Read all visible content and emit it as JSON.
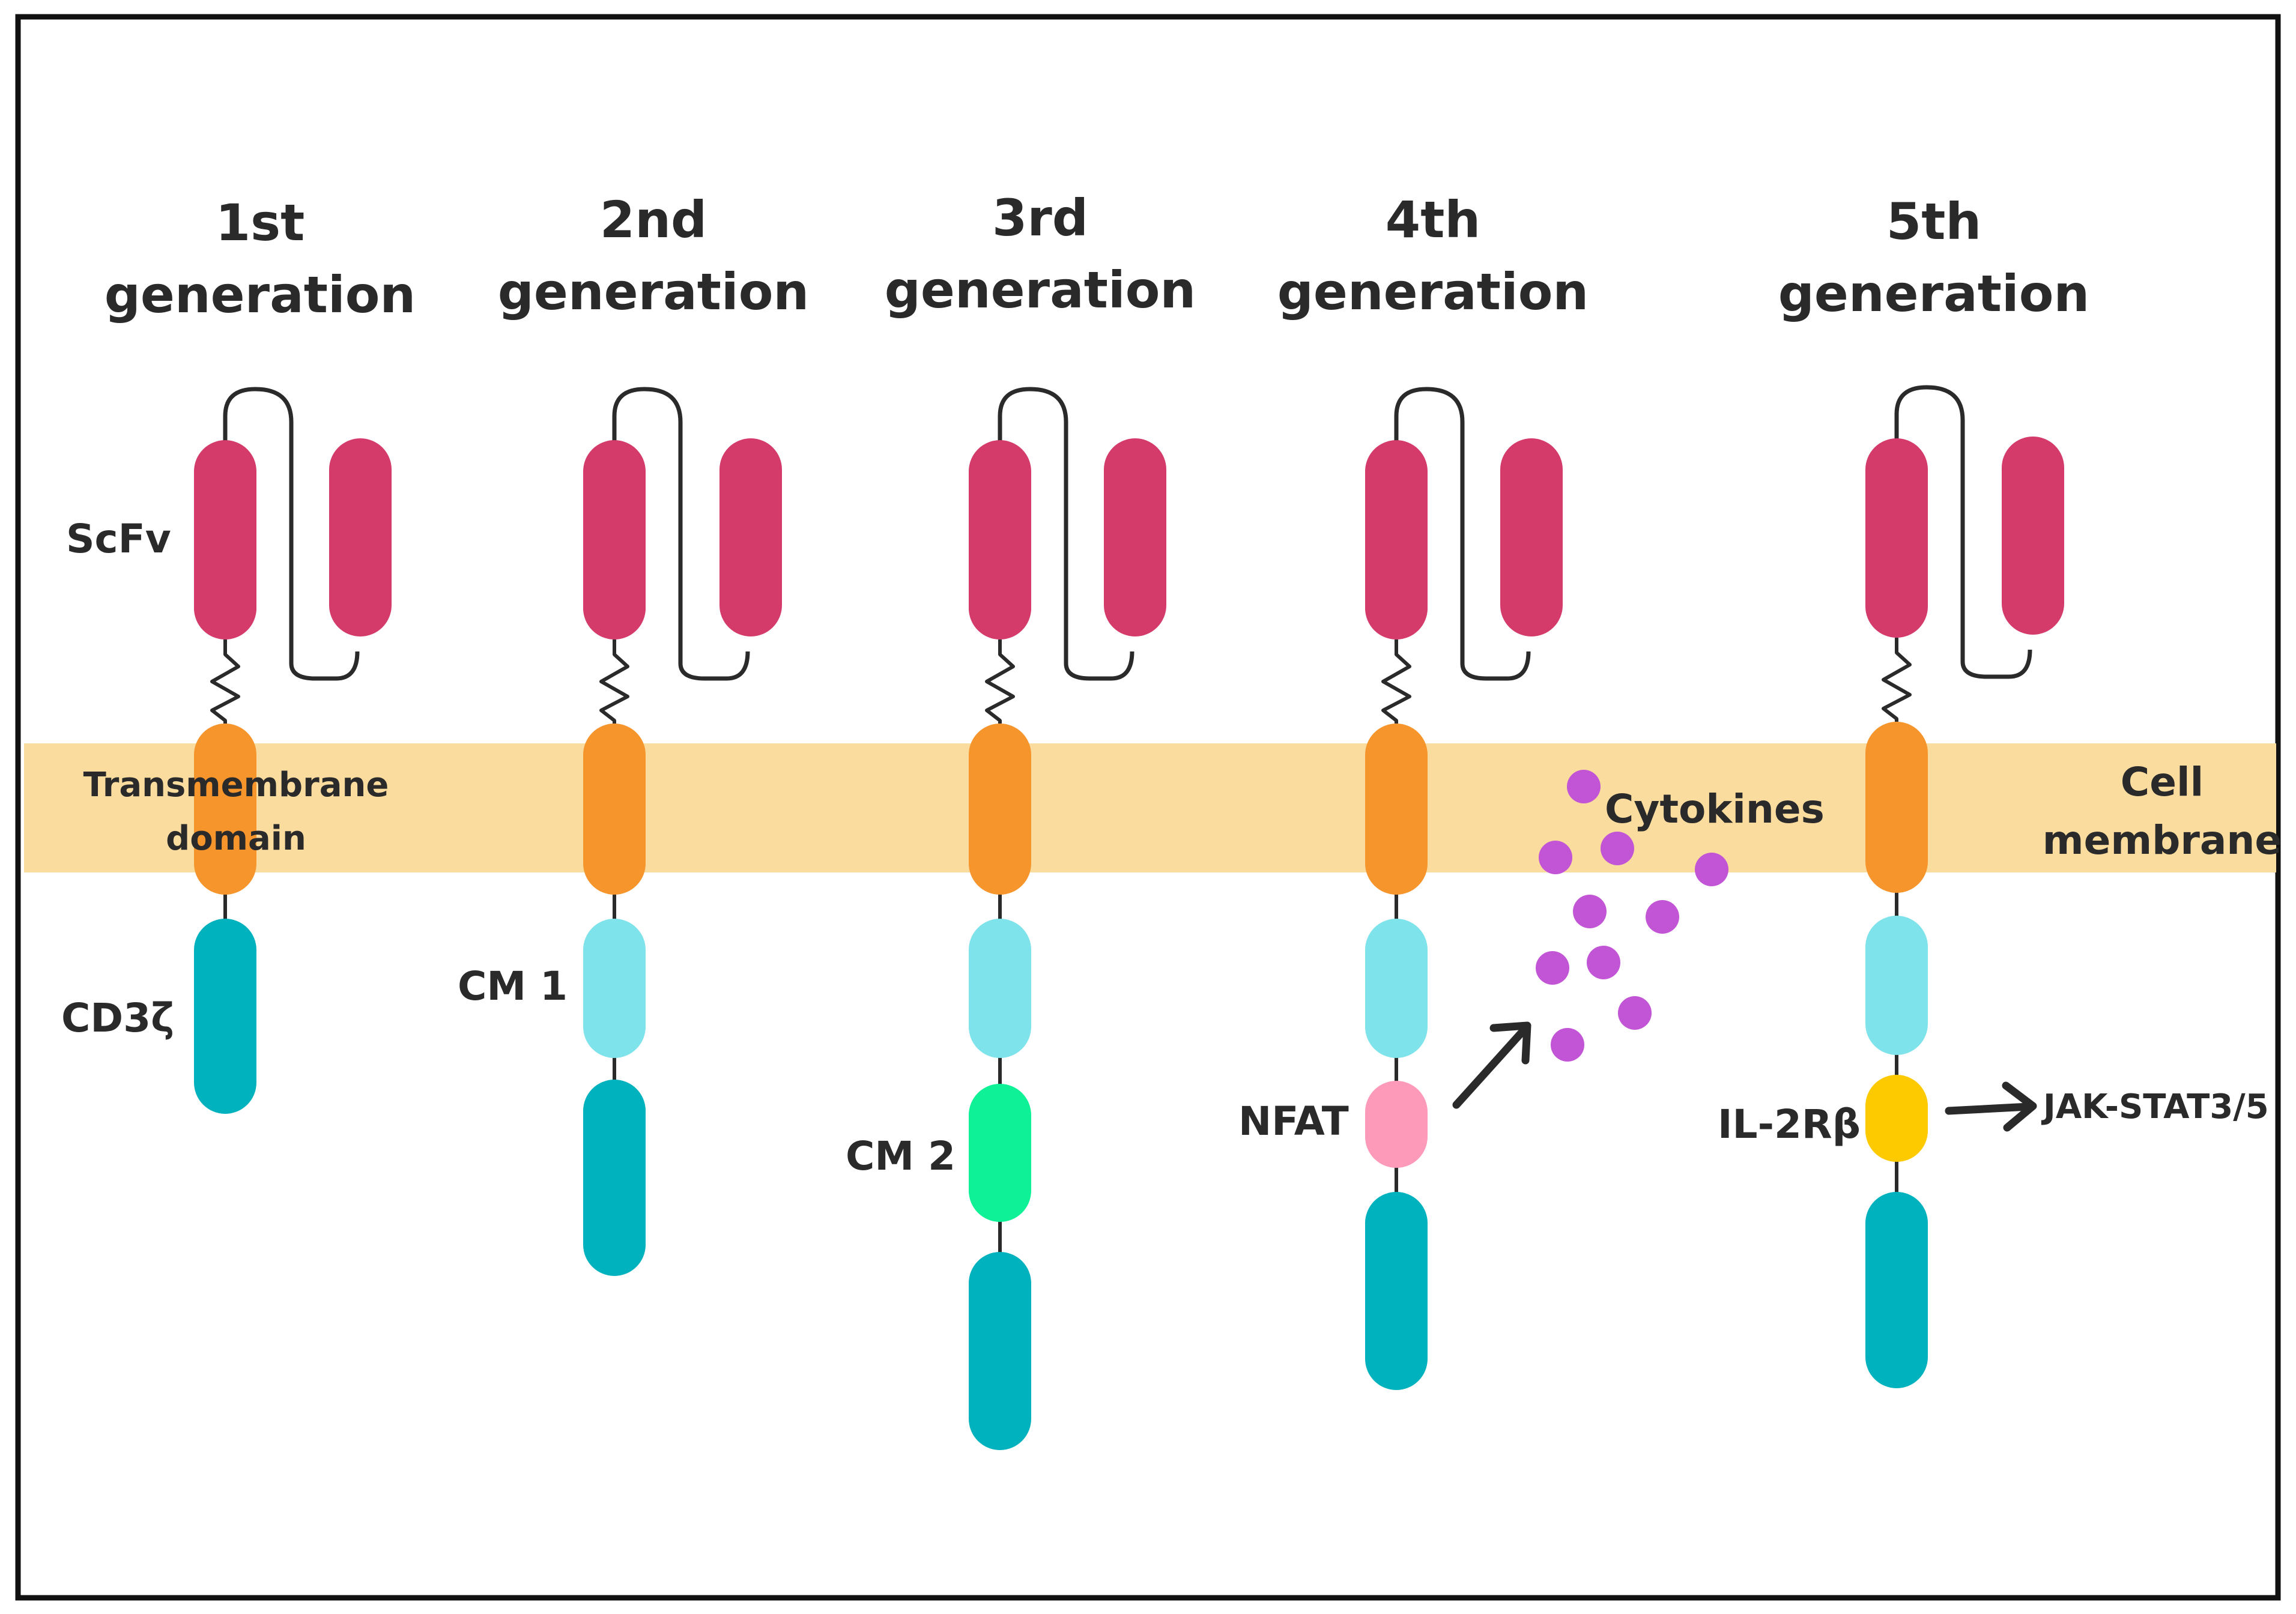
{
  "generations": [
    {
      "number": "1st",
      "word": "generation"
    },
    {
      "number": "2nd",
      "word": "generation"
    },
    {
      "number": "3rd",
      "word": "generation"
    },
    {
      "number": "4th",
      "word": "generation"
    },
    {
      "number": "5th",
      "word": "generation"
    }
  ],
  "labels": {
    "scfv": "ScFv",
    "transmembrane_line1": "Transmembrane",
    "transmembrane_line2": "domain",
    "cd3z": "CD3ζ",
    "cm1": "CM 1",
    "cm2": "CM 2",
    "nfat": "NFAT",
    "cytokines": "Cytokines",
    "il2rb": "IL-2Rβ",
    "jak_stat": "JAK-STAT3/5",
    "cell_line1": "Cell",
    "cell_line2": "membrane"
  },
  "colors": {
    "scfv": "#d43a6a",
    "transmembrane": "#f7952d",
    "membrane_band": "#fadc9f",
    "cd3z": "#00b2bd",
    "cm1": "#7ee3ea",
    "cm2": "#0ff197",
    "nfat": "#fd9ab9",
    "il2rb": "#fdca00",
    "cytokine": "#c255d6",
    "line": "#2a2a2a"
  }
}
